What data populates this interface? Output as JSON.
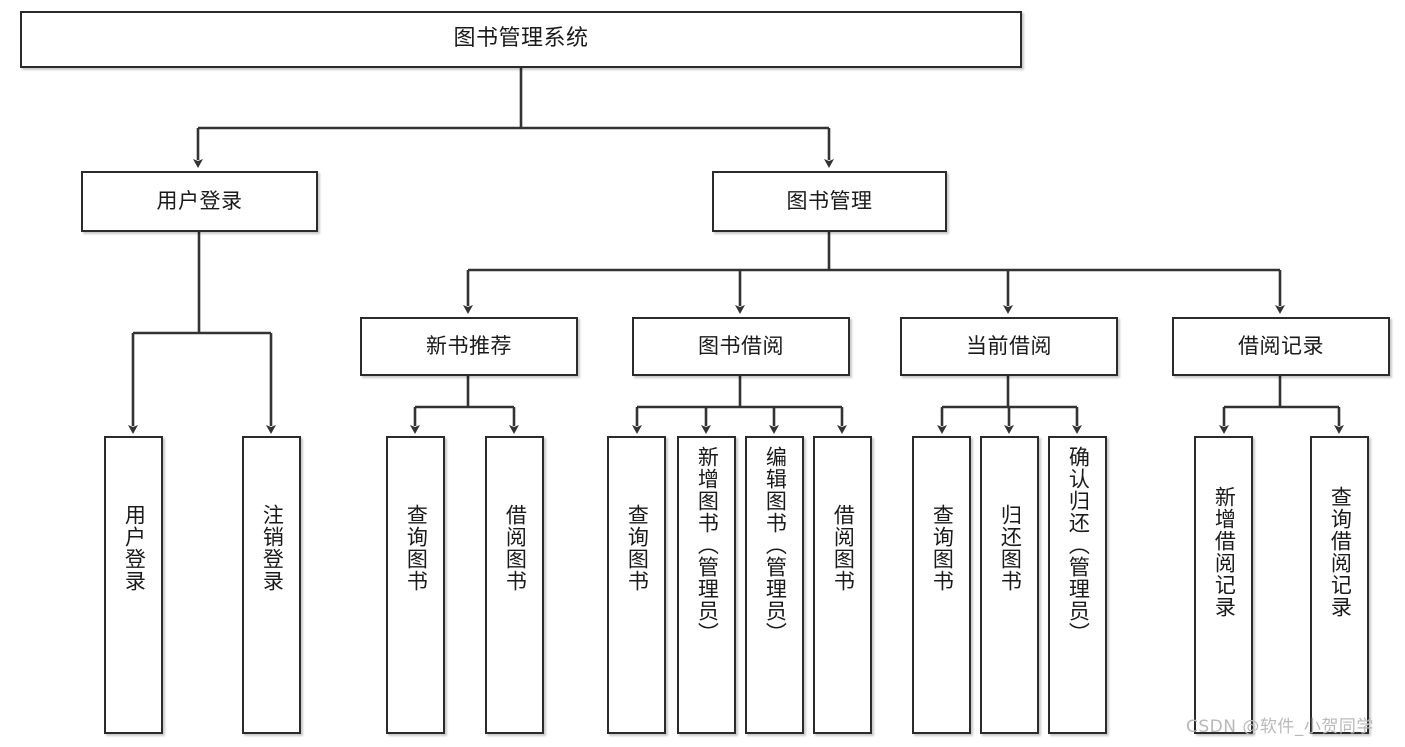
{
  "diagram": {
    "type": "tree-flowchart",
    "title": "图书管理系统",
    "watermark": "CSDN @软件_小贺同学",
    "colors": {
      "box_border": "#2b2b2b",
      "box_fill": "#ffffff",
      "edge": "#333333",
      "text": "#1a1a1a",
      "watermark": "#b9b9b9"
    },
    "nodes": {
      "root": "图书管理系统",
      "level2": {
        "user_login": "用户登录",
        "book_manage": "图书管理"
      },
      "level3": {
        "new_book_rec": "新书推荐",
        "book_borrow": "图书借阅",
        "current_borrow": "当前借阅",
        "borrow_record": "借阅记录"
      },
      "leaves": {
        "user_login_1": "用户登录",
        "user_login_2": "注销登录",
        "new_book_rec_1": "查询图书",
        "new_book_rec_2": "借阅图书",
        "book_borrow_1": "查询图书",
        "book_borrow_2": "新增图书（管理员）",
        "book_borrow_3": "编辑图书（管理员）",
        "book_borrow_4": "借阅图书",
        "current_borrow_1": "查询图书",
        "current_borrow_2": "归还图书",
        "current_borrow_3": "确认归还（管理员）",
        "borrow_record_1": "新增借阅记录",
        "borrow_record_2": "查询借阅记录"
      }
    }
  }
}
